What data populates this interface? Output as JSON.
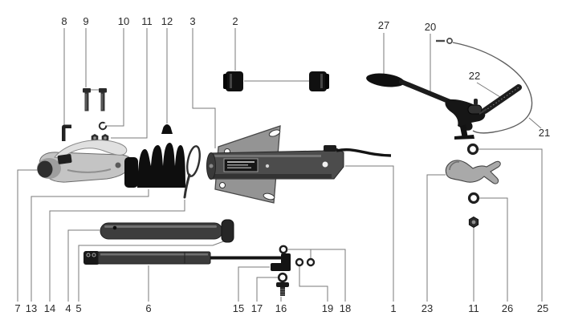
{
  "figure": {
    "kind": "exploded-parts-diagram",
    "background": "#ffffff",
    "leader_color": "#7a7a7a",
    "label_color": "#2a2a2a",
    "part_dark_color": "#111111",
    "part_metal_color": "#c4c4c4"
  },
  "callouts": {
    "top": {
      "c8": "8",
      "c9": "9",
      "c10": "10",
      "c11": "11",
      "c12": "12",
      "c3": "3",
      "c2": "2",
      "c27": "27",
      "c20": "20"
    },
    "side": {
      "c22": "22",
      "c21": "21"
    },
    "bottom": {
      "c7": "7",
      "c13": "13",
      "c14": "14",
      "c4": "4",
      "c5": "5",
      "c6": "6",
      "c15": "15",
      "c17": "17",
      "c16": "16",
      "c19": "19",
      "c18": "18",
      "c1": "1",
      "c23": "23",
      "c11": "11",
      "c26": "26",
      "c25": "25"
    }
  }
}
